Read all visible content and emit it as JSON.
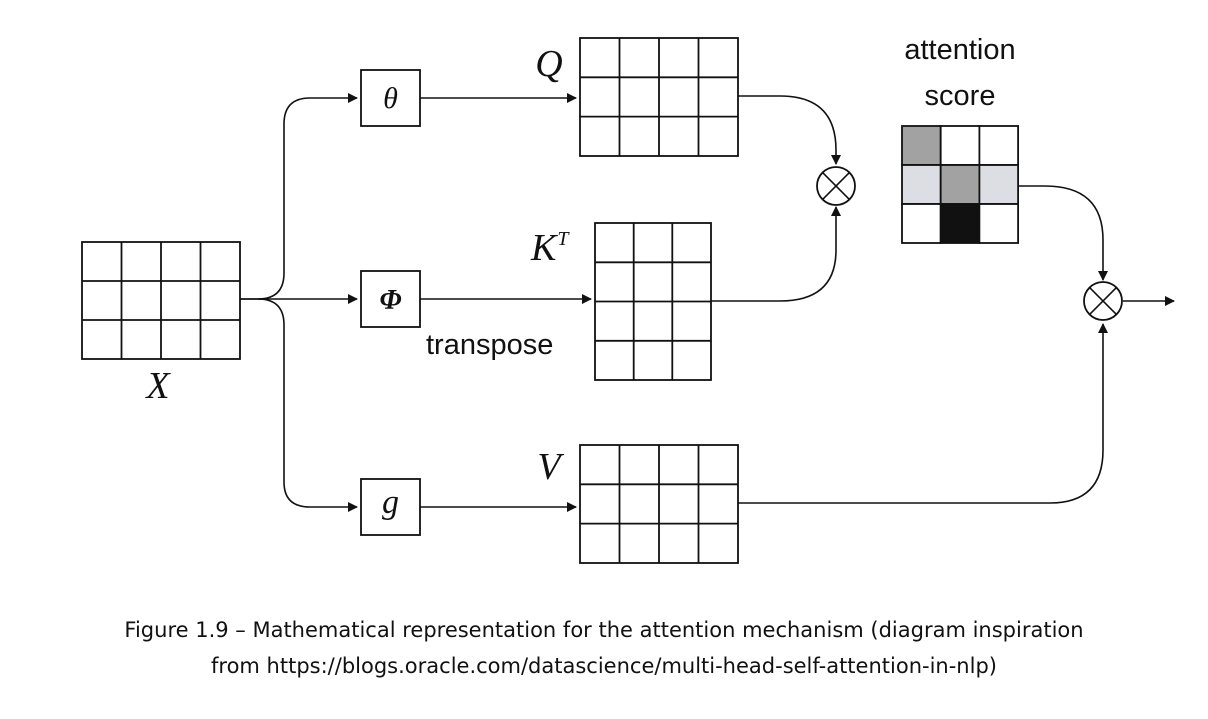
{
  "diagram": {
    "labels": {
      "x": "X",
      "q": "Q",
      "kt_base": "K",
      "kt_sup": "T",
      "v": "V",
      "theta": "θ",
      "phi": "Φ",
      "g": "g",
      "transpose": "transpose",
      "attention_line1": "attention",
      "attention_line2": "score",
      "multiply_symbol": "⊗"
    },
    "attention_score_cells": [
      [
        "#a2a2a2",
        "#ffffff",
        "#ffffff"
      ],
      [
        "#dcdee4",
        "#a2a2a2",
        "#dcdee4"
      ],
      [
        "#ffffff",
        "#111111",
        "#ffffff"
      ]
    ]
  },
  "caption": {
    "line1": "Figure 1.9 – Mathematical representation for the attention mechanism (diagram inspiration",
    "line2": "from https://blogs.oracle.com/datascience/multi-head-self-attention-in-nlp)"
  }
}
